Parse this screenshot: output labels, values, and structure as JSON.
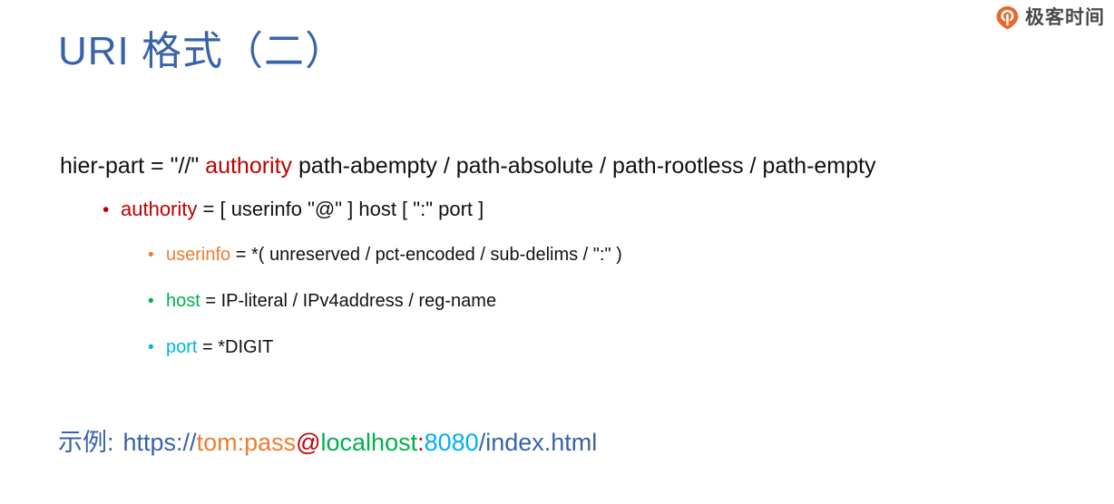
{
  "brand": {
    "name": "极客时间",
    "mark_icon": "geektime-drop-icon",
    "mark_color": "#e8682c",
    "text_color": "#4a4a4a"
  },
  "slide": {
    "title": "URI 格式（二）",
    "title_color": "#3763a8"
  },
  "colors": {
    "authority": "#c00000",
    "userinfo": "#ed7d31",
    "host": "#00b050",
    "port": "#00b0f0",
    "plain": "#111111",
    "accent_blue": "#3763a8"
  },
  "content": {
    "line0": {
      "prefix": "hier-part = \"//\" ",
      "highlight": "authority",
      "suffix": " path-abempty / path-absolute / path-rootless / path-empty"
    },
    "line1": {
      "bullet": "•",
      "term": "authority",
      "definition": " = [ userinfo \"@\" ] host [ \":\" port ]"
    },
    "line2": {
      "bullet": "•",
      "term": "userinfo",
      "definition": " = *( unreserved / pct-encoded / sub-delims / \":\" )"
    },
    "line3": {
      "bullet": "•",
      "term": "host",
      "definition": " = IP-literal / IPv4address / reg-name"
    },
    "line4": {
      "bullet": "•",
      "term": "port",
      "definition": " = *DIGIT"
    }
  },
  "example": {
    "label": "示例:",
    "scheme": "https://",
    "userinfo": "tom:pass",
    "at": "@",
    "host": "localhost",
    "colon": ":",
    "port": "8080",
    "path": "/index.html"
  }
}
